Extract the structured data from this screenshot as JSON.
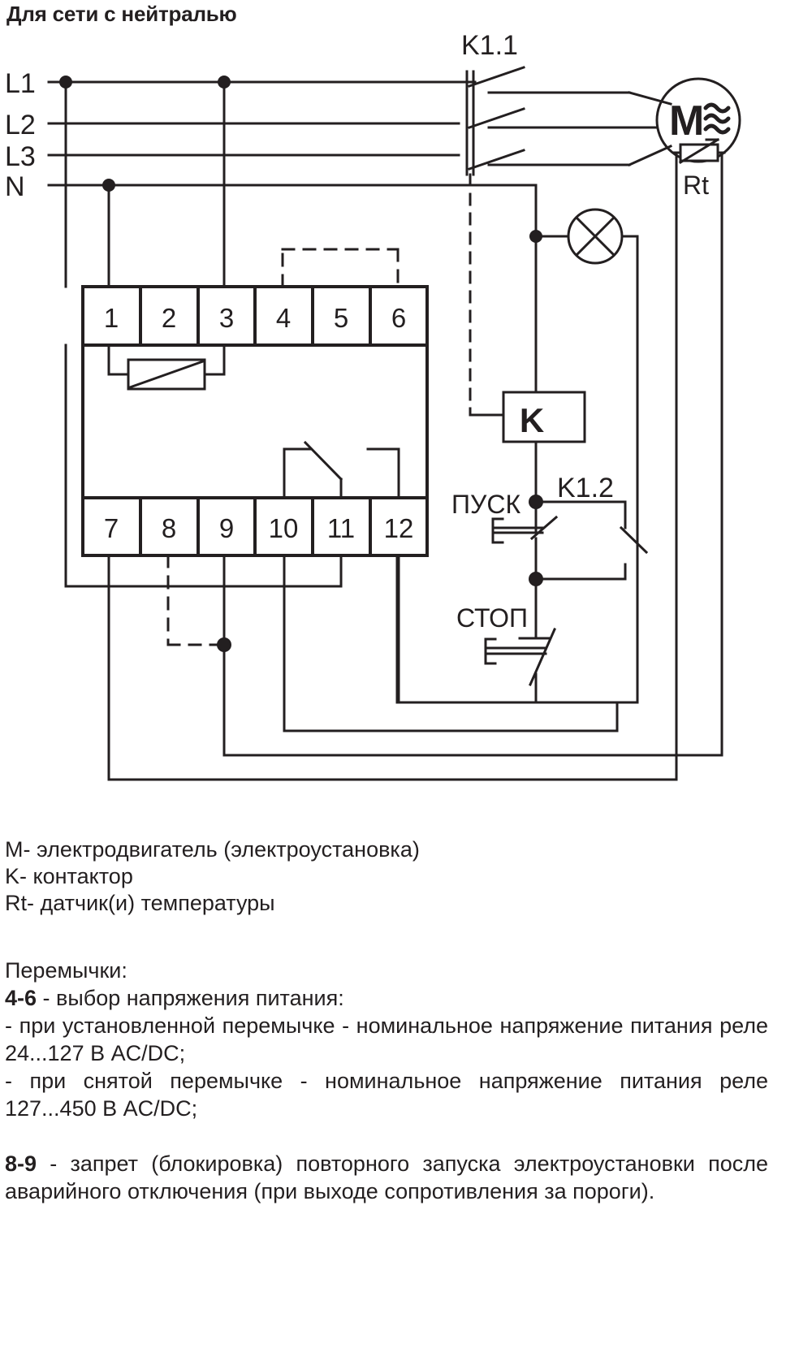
{
  "title": "Для сети с нейтралью",
  "diagram": {
    "supply_labels": [
      "L1",
      "L2",
      "L3",
      "N"
    ],
    "contactor_main_label": "K1.1",
    "contactor_aux_label": "K1.2",
    "motor_label": "M",
    "motor_wave_icon": "ac-wave-icon",
    "sensor_label": "Rt",
    "coil_label": "K",
    "lamp_icon": "indicator-lamp-icon",
    "start_button_label": "ПУСК",
    "stop_button_label": "СТОП",
    "terminals_top": [
      "1",
      "2",
      "3",
      "4",
      "5",
      "6"
    ],
    "terminals_bottom": [
      "7",
      "8",
      "9",
      "10",
      "11",
      "12"
    ]
  },
  "legend": {
    "lines": [
      "M- электродвигатель (электроустановка)",
      "K- контактор",
      "Rt- датчик(и) температуры"
    ]
  },
  "jumpers": {
    "heading": "Перемычки:",
    "item1": {
      "code": "4-6",
      "title": " - выбор напряжения питания:",
      "bullets": [
        "- при установленной перемычке - номинальное напряжение питания реле 24...127 В AC/DC;",
        "- при снятой перемычке - номинальное напряжение питания реле 127...450 В AC/DC;"
      ]
    },
    "item2": {
      "code": "8-9",
      "text": " - запрет (блокировка) повторного запуска электроустановки после аварийного отключения (при выходе сопротивления за пороги)."
    }
  },
  "colors": {
    "ink": "#231f20",
    "background": "#ffffff"
  }
}
